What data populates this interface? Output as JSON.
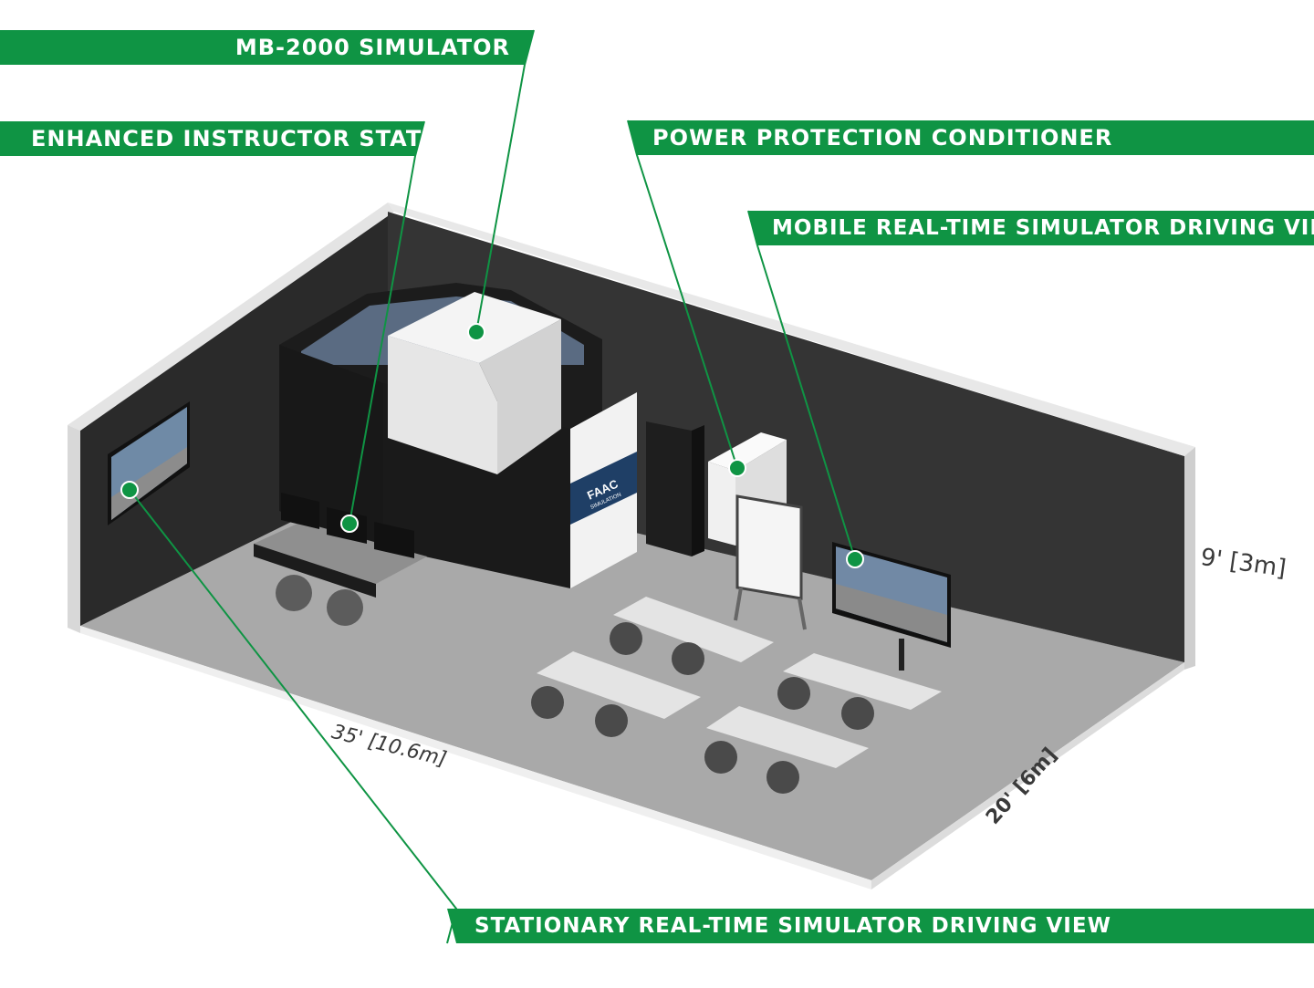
{
  "callouts": {
    "mb2000": "MB-2000 SIMULATOR",
    "instructor": "ENHANCED INSTRUCTOR STATION",
    "power": "POWER PROTECTION CONDITIONER",
    "mobile": "MOBILE REAL-TIME SIMULATOR DRIVING VIEW",
    "stationary": "STATIONARY REAL-TIME SIMULATOR DRIVING VIEW"
  },
  "dimensions": {
    "height": "9' [3m]",
    "length": "35' [10.6m]",
    "width": "20' [6m]"
  },
  "brand": {
    "logo_text": "FAAC",
    "logo_subtext": "SIMULATION"
  },
  "colors": {
    "accent": "#0f9444",
    "wall": "#2e2e2e",
    "floor": "#a6a6a6"
  }
}
